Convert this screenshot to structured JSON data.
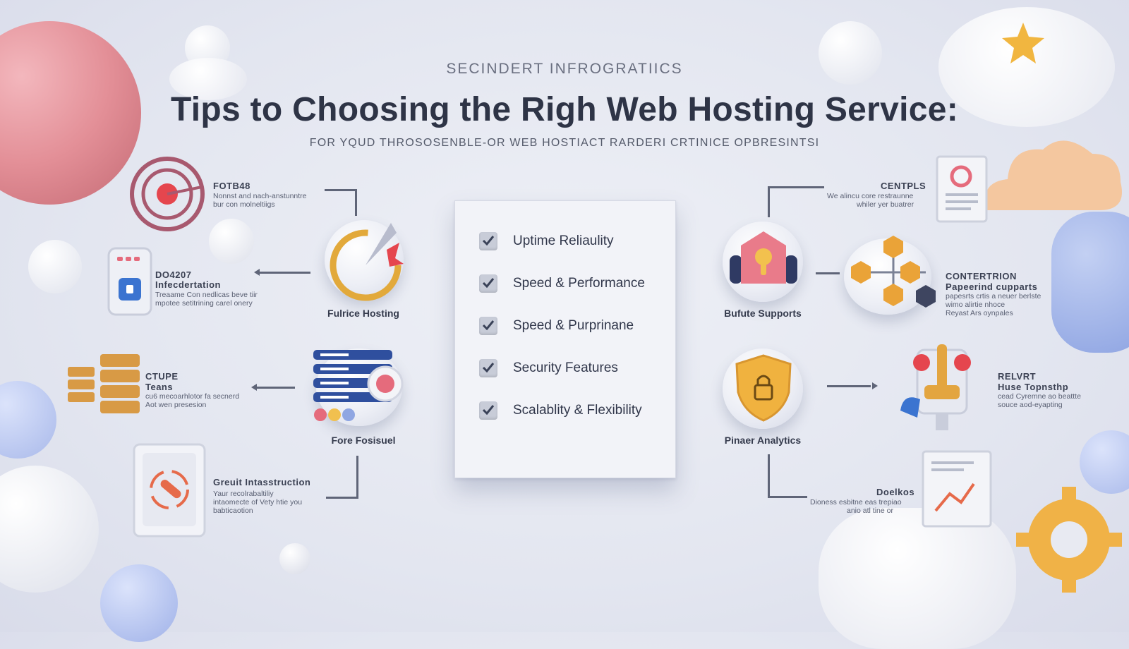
{
  "header": {
    "kicker": "SECINDERT INFROGRATIICS",
    "title": "Tips to Choosing the Righ Web Hosting Service:",
    "subtitle": "FOR YQUD THROSOSENBLE-OR WEB HOSTIACT RARDERI CRTINICE OPBRESINTSI"
  },
  "checklist": [
    "Uptime Reliaulity",
    "Speed & Performance",
    "Speed & Purprinane",
    "Security Features",
    "Scalablity & Flexibility"
  ],
  "left_blocks": [
    {
      "title": "FOTB48",
      "lines": [
        "Nonnst and nach-anstunntre",
        "bur con molneltiigs"
      ]
    },
    {
      "title": "DO4207",
      "subtitle": "Infecdertation",
      "lines": [
        "Treaame Con nedlicas beve tiir",
        "mpotee setitrining carel onery"
      ]
    },
    {
      "title": "CTUPE",
      "subtitle": "Teans",
      "lines": [
        "cu6 mecoarhlotor fa secnerd",
        "Aot wen presesion"
      ]
    },
    {
      "title": "Greuit Intasstruction",
      "lines": [
        "Yaur recolrabaltiliy",
        "intaomecte of Vety htie you",
        "babticaotion"
      ]
    }
  ],
  "right_blocks": [
    {
      "title": "CENTPLS",
      "lines": [
        "We alincu core restraunne",
        "whiler yer buatrer"
      ]
    },
    {
      "title": "CONTERTRION",
      "subtitle": "Papeerind cupparts",
      "lines": [
        "papesrts crtis a neuer berlste",
        "wimo alirtie nhoce",
        "Reyast Ars oynpales"
      ]
    },
    {
      "title": "RELVRT",
      "subtitle": "Huse Topnsthp",
      "lines": [
        "cead Cyremne ao beattte",
        "souce aod-eyapting"
      ]
    },
    {
      "title": "Doelkos",
      "lines": [
        "Dioness esbitne eas trepiao",
        "anio atl tine or"
      ]
    }
  ],
  "icon_labels": {
    "left_top": "Fulrice Hosting",
    "left_bottom": "Fore Fosisuel",
    "right_top": "Bufute Supports",
    "right_bottom": "Pinaer Analytics"
  },
  "colors": {
    "accent_gold": "#e2a93b",
    "accent_pink": "#e56b7c",
    "accent_blue": "#3b5fb8",
    "check": "#3a4258"
  }
}
